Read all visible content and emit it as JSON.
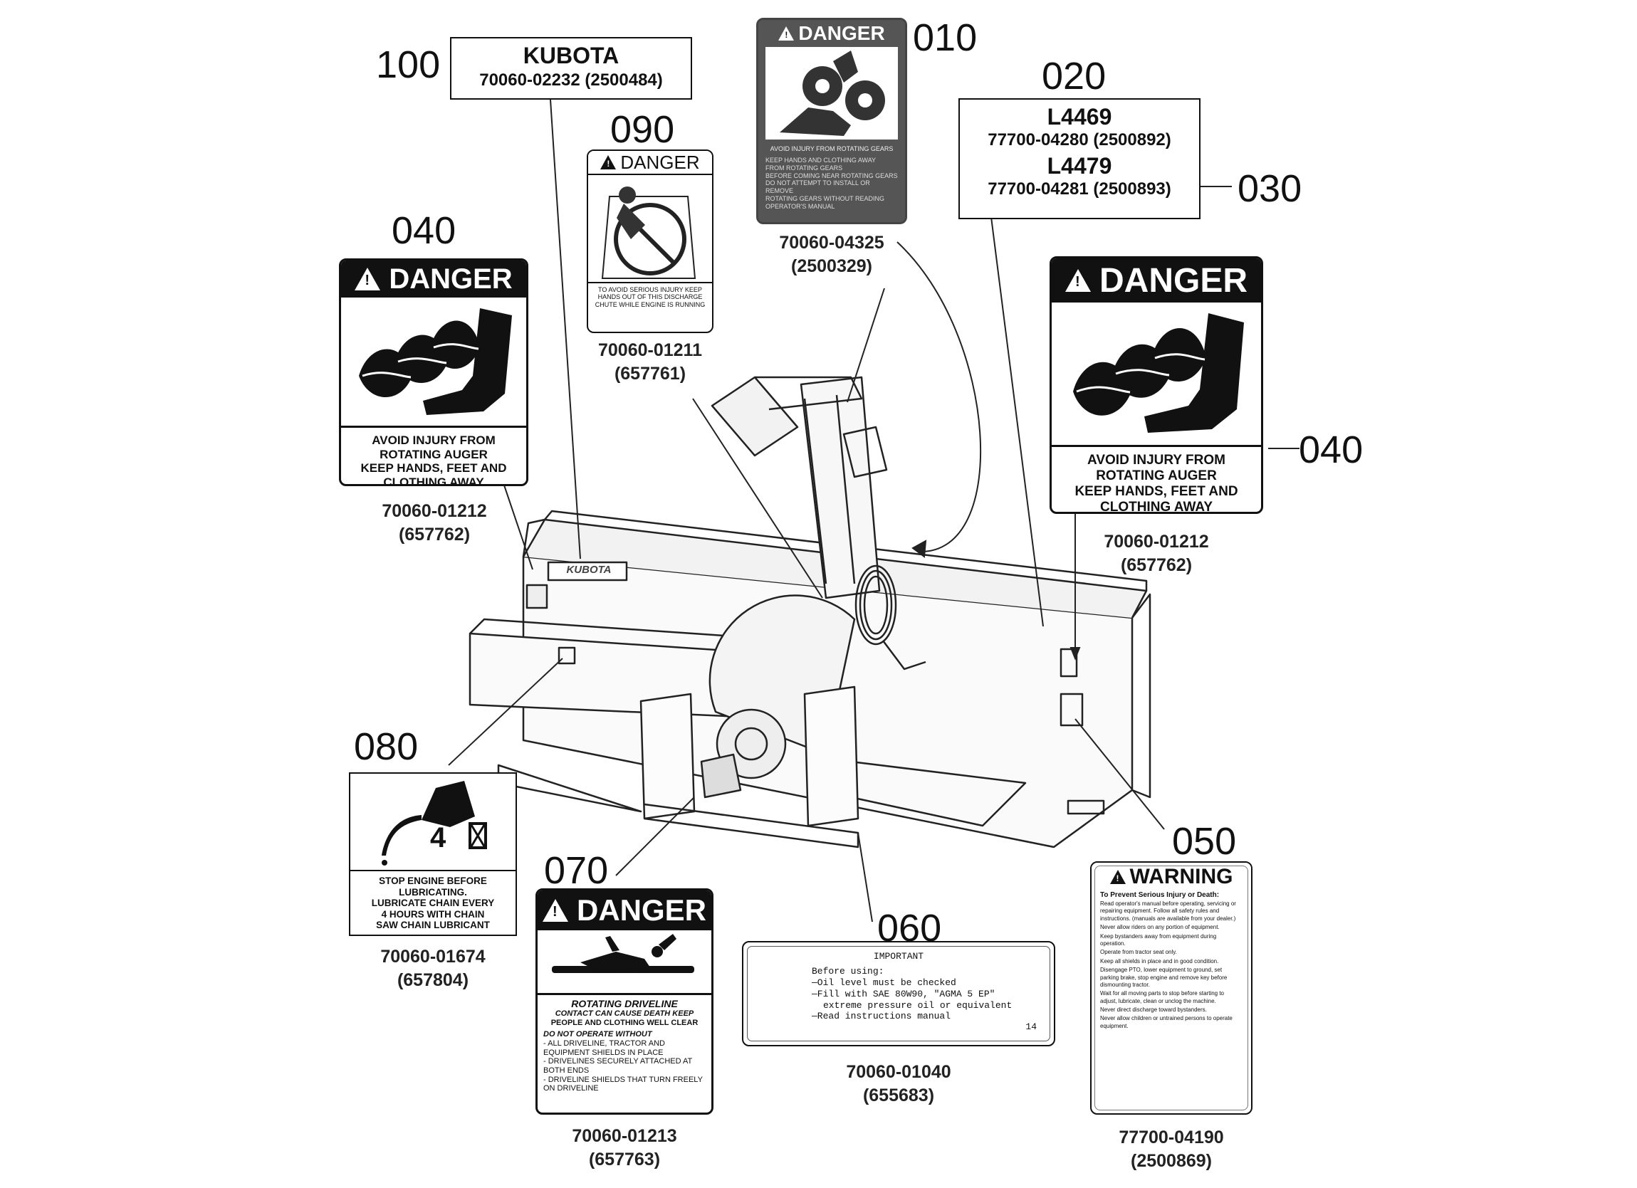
{
  "callouts": {
    "c100": "100",
    "c010": "010",
    "c020": "020",
    "c030": "030",
    "c090": "090",
    "c040_left": "040",
    "c040_right": "040",
    "c080": "080",
    "c070": "070",
    "c060": "060",
    "c050": "050"
  },
  "box_100": {
    "title": "KUBOTA",
    "part": "70060-02232 (2500484)"
  },
  "box_020": {
    "model1": "L4469",
    "part1": "77700-04280 (2500892)",
    "model2": "L4479",
    "part2": "77700-04281 (2500893)"
  },
  "decal_010": {
    "header": "DANGER",
    "text": "AVOID INJURY FROM ROTATING GEARS",
    "bullets": [
      "KEEP HANDS AND CLOTHING AWAY",
      "FROM ROTATING GEARS",
      "BEFORE COMING NEAR ROTATING GEARS",
      "DO NOT ATTEMPT TO INSTALL OR REMOVE",
      "ROTATING GEARS WITHOUT READING",
      "OPERATOR'S MANUAL"
    ],
    "part": "70060-04325",
    "ref": "(2500329)"
  },
  "decal_090": {
    "header": "DANGER",
    "text": "TO AVOID SERIOUS INJURY KEEP HANDS OUT OF THIS DISCHARGE CHUTE WHILE ENGINE IS RUNNING",
    "part": "70060-01211",
    "ref": "(657761)"
  },
  "decal_040": {
    "header": "DANGER",
    "line1": "AVOID INJURY FROM",
    "line2": "ROTATING AUGER",
    "line3": "KEEP HANDS, FEET AND",
    "line4": "CLOTHING AWAY",
    "part": "70060-01212",
    "ref": "(657762)"
  },
  "decal_080": {
    "label": "4",
    "line1": "STOP ENGINE BEFORE LUBRICATING.",
    "line2": "LUBRICATE CHAIN EVERY",
    "line3": "4 HOURS WITH CHAIN",
    "line4": "SAW CHAIN LUBRICANT",
    "part": "70060-01674",
    "ref": "(657804)"
  },
  "decal_070": {
    "header": "DANGER",
    "title": "ROTATING DRIVELINE",
    "line1": "CONTACT CAN CAUSE DEATH KEEP",
    "line2": "PEOPLE AND CLOTHING WELL CLEAR",
    "line3": "DO NOT OPERATE WITHOUT",
    "line4": "- ALL DRIVELINE, TRACTOR AND EQUIPMENT SHIELDS IN PLACE",
    "line5": "- DRIVELINES SECURELY ATTACHED AT BOTH ENDS",
    "line6": "- DRIVELINE SHIELDS THAT TURN FREELY ON DRIVELINE",
    "part": "70060-01213",
    "ref": "(657763)"
  },
  "decal_060": {
    "title": "IMPORTANT",
    "line1": "Before using:",
    "line2": "—Oil level must be checked",
    "line3": "—Fill with SAE 80W90, \"AGMA 5 EP\"",
    "line4": "extreme pressure oil or equivalent",
    "line5": "—Read instructions manual",
    "num": "14",
    "part": "70060-01040",
    "ref": "(655683)"
  },
  "decal_050": {
    "header": "WARNING",
    "intro": "To Prevent Serious Injury or Death:",
    "bullets": [
      "Read operator's manual before operating, servicing or repairing equipment. Follow all safety rules and instructions. (manuals are available from your dealer.)",
      "Never allow riders on any portion of equipment.",
      "Keep bystanders away from equipment during operation.",
      "Operate from tractor seat only.",
      "Keep all shields in place and in good condition.",
      "Disengage PTO, lower equipment to ground, set parking brake, stop engine and remove key before dismounting tractor.",
      "Wait for all moving parts to stop before starting to adjust, lubricate, clean or unclog the machine.",
      "Never direct discharge toward bystanders.",
      "Never allow children or untrained persons to operate equipment."
    ],
    "part": "77700-04190",
    "ref": "(2500869)"
  },
  "machine": {
    "brand_plate": "KUBOTA"
  }
}
